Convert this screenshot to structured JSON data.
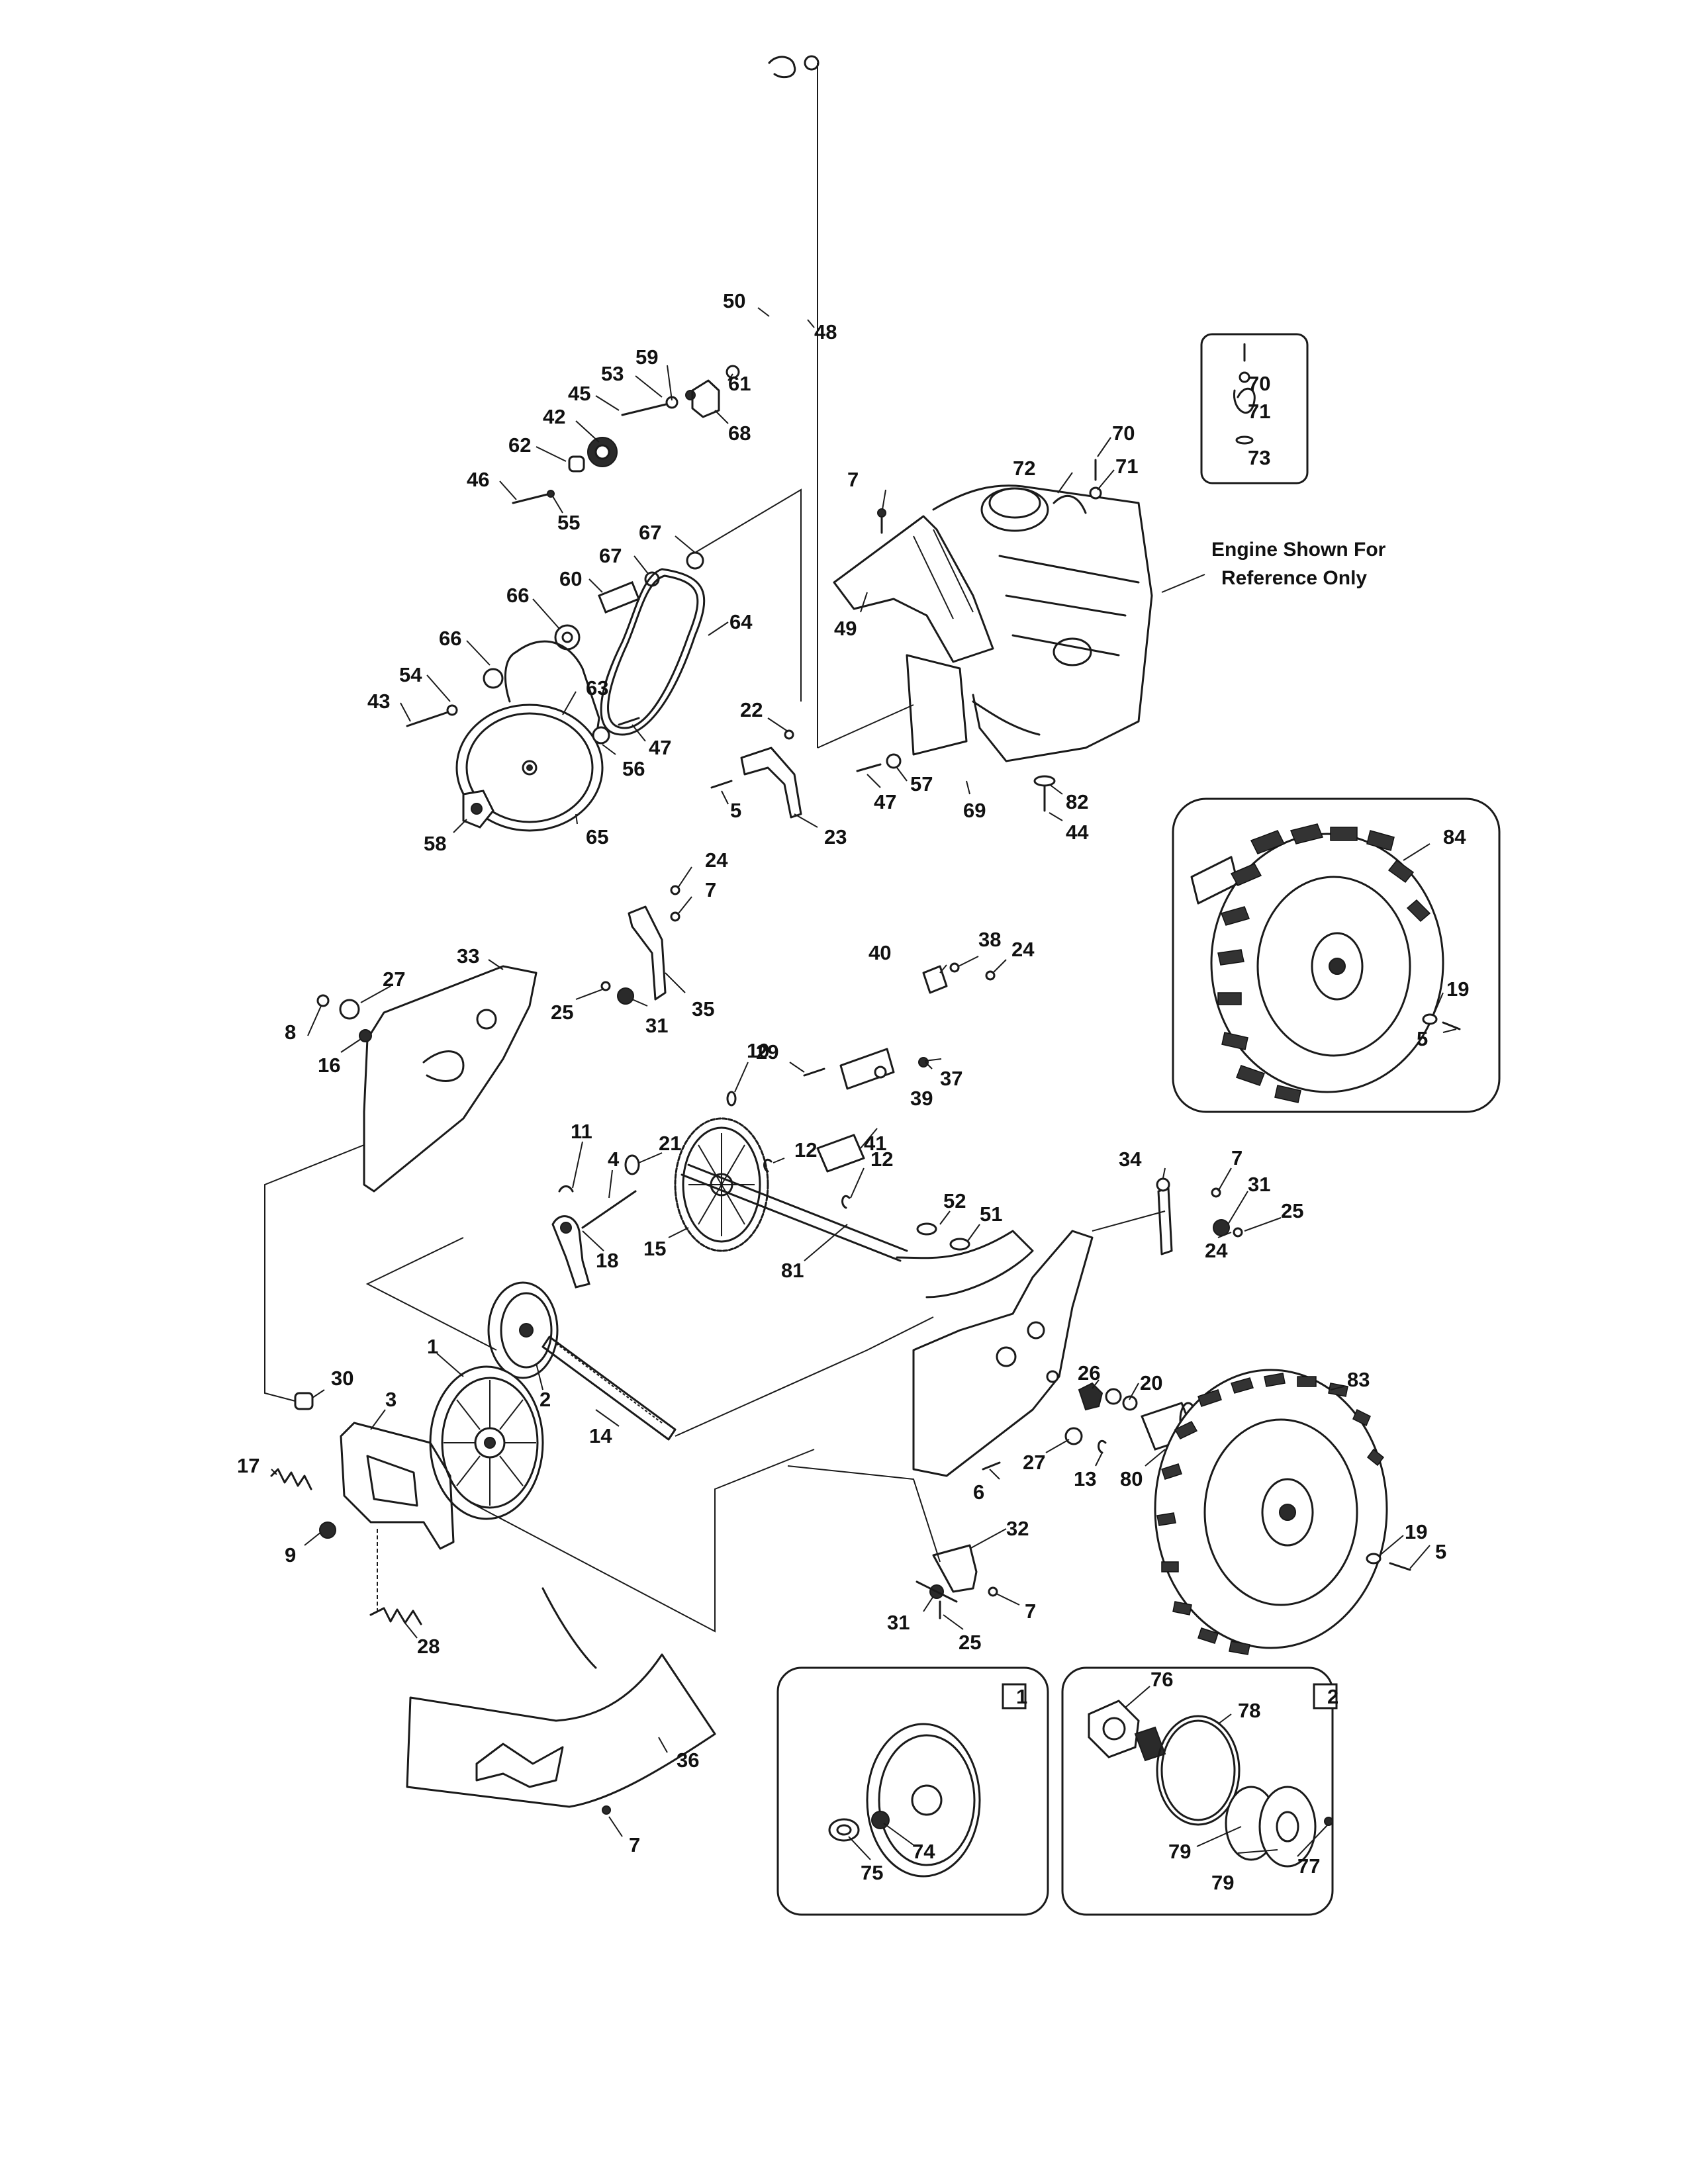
{
  "diagram": {
    "note_lines": [
      "Engine Shown For",
      "Reference Only"
    ],
    "labels": {
      "p1": "1",
      "p2": "2",
      "p3": "3",
      "p4": "4",
      "p5a": "5",
      "p5b": "5",
      "p5c": "5",
      "p6": "6",
      "p7a": "7",
      "p7b": "7",
      "p7c": "7",
      "p7d": "7",
      "p7e": "7",
      "p8": "8",
      "p9": "9",
      "p10": "10",
      "p11": "11",
      "p12a": "12",
      "p12b": "12",
      "p13": "13",
      "p14": "14",
      "p15": "15",
      "p16": "16",
      "p17": "17",
      "p18": "18",
      "p19a": "19",
      "p19b": "19",
      "p20": "20",
      "p21": "21",
      "p22": "22",
      "p23": "23",
      "p24a": "24",
      "p24b": "24",
      "p24c": "24",
      "p25a": "25",
      "p25b": "25",
      "p25c": "25",
      "p26": "26",
      "p27a": "27",
      "p27b": "27",
      "p28": "28",
      "p29": "29",
      "p30": "30",
      "p31a": "31",
      "p31b": "31",
      "p31c": "31",
      "p32": "32",
      "p33": "33",
      "p34": "34",
      "p35": "35",
      "p36": "36",
      "p37": "37",
      "p38": "38",
      "p39": "39",
      "p40": "40",
      "p41": "41",
      "p42": "42",
      "p43": "43",
      "p44": "44",
      "p45": "45",
      "p46": "46",
      "p47a": "47",
      "p47b": "47",
      "p48": "48",
      "p49": "49",
      "p50": "50",
      "p51": "51",
      "p52": "52",
      "p53": "53",
      "p54": "54",
      "p55": "55",
      "p56": "56",
      "p57": "57",
      "p58": "58",
      "p59": "59",
      "p60": "60",
      "p61": "61",
      "p62": "62",
      "p63": "63",
      "p64": "64",
      "p65": "65",
      "p66a": "66",
      "p66b": "66",
      "p67a": "67",
      "p67b": "67",
      "p68": "68",
      "p69": "69",
      "p70a": "70",
      "p70b": "70",
      "p71a": "71",
      "p71b": "71",
      "p72": "72",
      "p73": "73",
      "p74": "74",
      "p75": "75",
      "p76": "76",
      "p77": "77",
      "p78": "78",
      "p79a": "79",
      "p79b": "79",
      "p80": "80",
      "p81": "81",
      "p82": "82",
      "p83": "83",
      "p84": "84"
    },
    "inset_numbers": {
      "inset1": "1",
      "inset2": "2"
    }
  }
}
